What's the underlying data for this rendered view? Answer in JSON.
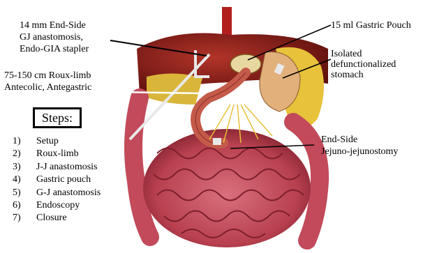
{
  "labels": {
    "gj_anastomosis": [
      "14 mm End-Side",
      "GJ anastomosis,",
      "Endo-GIA stapler"
    ],
    "roux_limb": [
      "75-150 cm Roux-limb",
      "Antecolic, Antegastric"
    ],
    "gastric_pouch": [
      "15 ml Gastric Pouch"
    ],
    "isolated_stomach": [
      "Isolated",
      "defunctionalized",
      "stomach"
    ],
    "jj_anastomosis": [
      "End-Side",
      "Jejuno-jejunostomy"
    ]
  },
  "steps": {
    "title": "Steps:",
    "items": [
      {
        "num": "1)",
        "text": "Setup"
      },
      {
        "num": "2)",
        "text": "Roux-limb"
      },
      {
        "num": "3)",
        "text": "J-J anastomosis"
      },
      {
        "num": "4)",
        "text": "Gastric pouch"
      },
      {
        "num": "5)",
        "text": "G-J anastomosis"
      },
      {
        "num": "6)",
        "text": "Endoscopy"
      },
      {
        "num": "7)",
        "text": "Closure"
      }
    ]
  },
  "colors": {
    "intestine": "#c24a5a",
    "intestine_dark": "#7e1f2c",
    "liver": "#8a1c14",
    "fat": "#e7c23a",
    "stomach": "#d9a070",
    "esophagus": "#b21e1e",
    "leader": "#000000",
    "pointer": "#ffffff"
  }
}
